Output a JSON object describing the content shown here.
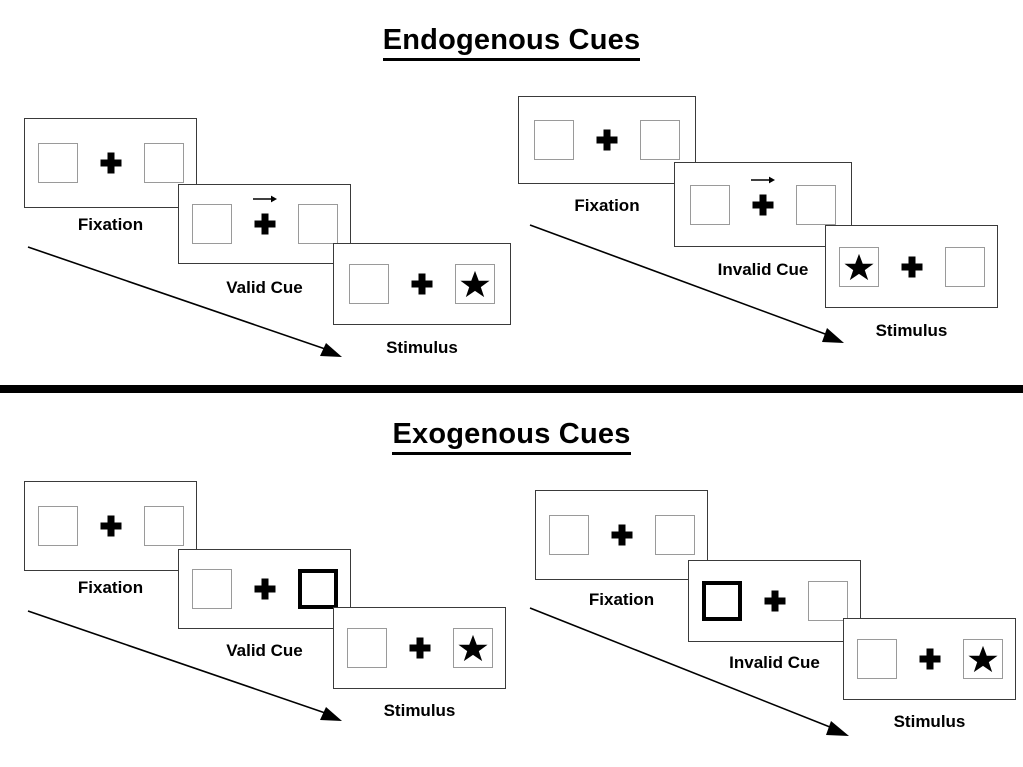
{
  "figure": {
    "title_top": "Endogenous Cues",
    "title_bottom": "Exogenous Cues",
    "divider_color": "#000000",
    "box_border_color": "#9a9a9a",
    "cued_box_border_color": "#000000",
    "panel_border_color": "#3a3a3a",
    "cross_color": "#000000",
    "star_color": "#000000",
    "arrow_color": "#000000"
  },
  "sections": [
    {
      "id": "endogenous",
      "title": "Endogenous Cues",
      "columns": [
        {
          "id": "endogenous-valid",
          "panels": [
            {
              "caption": "Fixation",
              "left_box": "empty",
              "right_box": "empty",
              "cue_arrow": "none",
              "cue_side": "none"
            },
            {
              "caption": "Valid Cue",
              "left_box": "empty",
              "right_box": "empty",
              "cue_arrow": "right",
              "cue_side": "right"
            },
            {
              "caption": "Stimulus",
              "left_box": "empty",
              "right_box": "star",
              "cue_arrow": "none",
              "cue_side": "none"
            }
          ]
        },
        {
          "id": "endogenous-invalid",
          "panels": [
            {
              "caption": "Fixation",
              "left_box": "empty",
              "right_box": "empty",
              "cue_arrow": "none",
              "cue_side": "none"
            },
            {
              "caption": "Invalid Cue",
              "left_box": "empty",
              "right_box": "empty",
              "cue_arrow": "right",
              "cue_side": "right"
            },
            {
              "caption": "Stimulus",
              "left_box": "star",
              "right_box": "empty",
              "cue_arrow": "none",
              "cue_side": "none"
            }
          ]
        }
      ]
    },
    {
      "id": "exogenous",
      "title": "Exogenous Cues",
      "columns": [
        {
          "id": "exogenous-valid",
          "panels": [
            {
              "caption": "Fixation",
              "left_box": "empty",
              "right_box": "empty",
              "cue_arrow": "none",
              "cue_side": "none"
            },
            {
              "caption": "Valid Cue",
              "left_box": "empty",
              "right_box": "cued",
              "cue_arrow": "none",
              "cue_side": "right"
            },
            {
              "caption": "Stimulus",
              "left_box": "empty",
              "right_box": "star",
              "cue_arrow": "none",
              "cue_side": "none"
            }
          ]
        },
        {
          "id": "exogenous-invalid",
          "panels": [
            {
              "caption": "Fixation",
              "left_box": "empty",
              "right_box": "empty",
              "cue_arrow": "none",
              "cue_side": "none"
            },
            {
              "caption": "Invalid Cue",
              "left_box": "cued",
              "right_box": "empty",
              "cue_arrow": "none",
              "cue_side": "left"
            },
            {
              "caption": "Stimulus",
              "left_box": "empty",
              "right_box": "star",
              "cue_arrow": "none",
              "cue_side": "none"
            }
          ]
        }
      ]
    }
  ],
  "labels": {
    "fixation": "Fixation",
    "valid_cue": "Valid Cue",
    "invalid_cue": "Invalid Cue",
    "stimulus": "Stimulus"
  }
}
